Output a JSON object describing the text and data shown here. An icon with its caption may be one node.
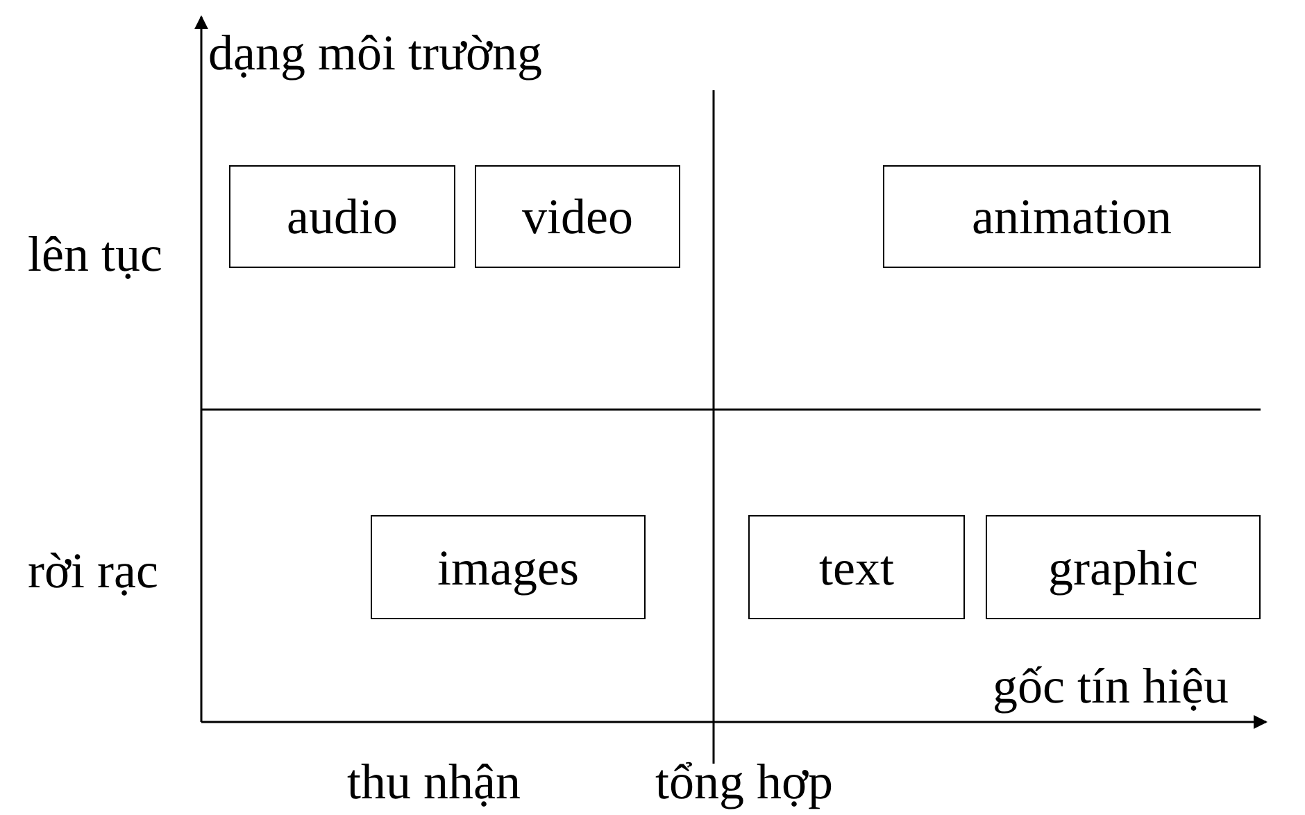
{
  "diagram": {
    "nodes": [
      {
        "text": [
          "audio"
        ]
      },
      {
        "text": [
          "video"
        ]
      },
      {
        "text": [
          "animation"
        ]
      },
      {
        "text": [
          "images"
        ]
      },
      {
        "text": [
          "text"
        ]
      },
      {
        "text": [
          "graphic"
        ]
      }
    ],
    "labels": [
      "dạng môi trường",
      "lên tục",
      "rời rạc",
      "gốc tín hiệu",
      "thu nhận",
      "tổng hợp"
    ]
  }
}
